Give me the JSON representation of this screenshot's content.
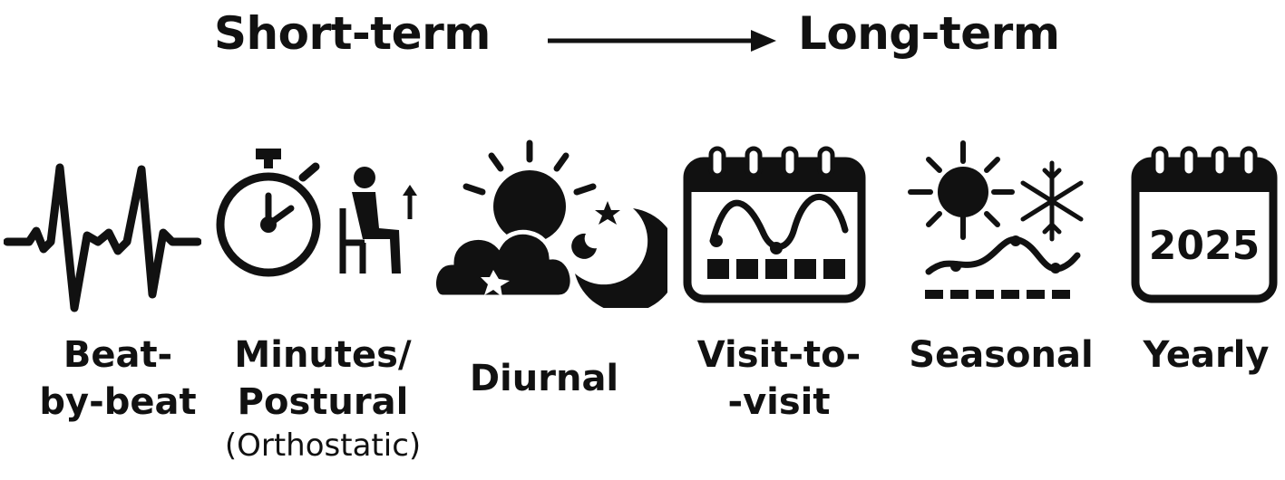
{
  "title": {
    "start": "Short-term",
    "end": "Long-term"
  },
  "scales": [
    {
      "lines": [
        "Beat-",
        "by-beat"
      ],
      "icon": "heartbeat-icon"
    },
    {
      "lines": [
        "Minutes/",
        "Postural"
      ],
      "sub": "(Orthostatic)",
      "icon": "stopwatch-and-standing-person-icon"
    },
    {
      "lines": [
        "Diurnal"
      ],
      "icon": "sun-cloud-moon-icon"
    },
    {
      "lines": [
        "Visit-to-",
        "-visit"
      ],
      "icon": "calendar-wave-icon"
    },
    {
      "lines": [
        "Seasonal"
      ],
      "icon": "sun-snowflake-wave-icon"
    },
    {
      "lines": [
        "Yearly"
      ],
      "icon": "calendar-year-icon",
      "calendar_text": "2025"
    }
  ],
  "colors": {
    "ink": "#111111",
    "background": "#ffffff"
  }
}
